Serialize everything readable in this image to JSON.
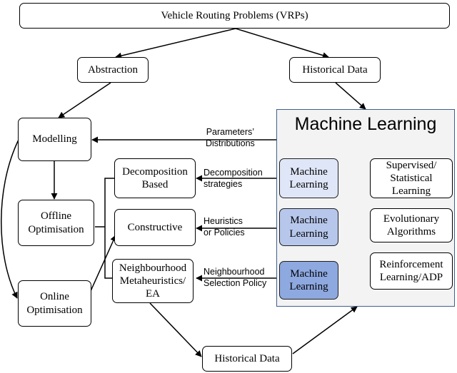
{
  "title": "Vehicle Routing Problems (VRPs)",
  "abstraction": "Abstraction",
  "historical_data_top": "Historical Data",
  "historical_data_bottom": "Historical Data",
  "modelling": "Modelling",
  "offline": [
    "Offline",
    "Optimisation"
  ],
  "online": [
    "Online",
    "Optimisation"
  ],
  "decomposition": [
    "Decomposition",
    "Based"
  ],
  "constructive": "Constructive",
  "neighbourhood": [
    "Neighbourhood",
    "Metaheuristics/",
    "EA"
  ],
  "ml_panel_title": "Machine Learning",
  "ml_node": [
    "Machine",
    "Learning"
  ],
  "supervised": [
    "Supervised/",
    "Statistical",
    "Learning"
  ],
  "evolutionary": [
    "Evolutionary",
    "Algorithms"
  ],
  "reinforcement": [
    "Reinforcement",
    "Learning/ADP"
  ],
  "edge_labels": {
    "parameters": [
      "Parameters’",
      "Distributions"
    ],
    "decomposition": [
      "Decomposition",
      "strategies"
    ],
    "heuristics": [
      "Heuristics",
      "or Policies"
    ],
    "neighbourhood": [
      "Neighbourhood",
      "Selection Policy"
    ]
  },
  "colors": {
    "ml_panel_border": "#3f5f8f",
    "ml_panel_fill": "#f3f3f3",
    "ml_node_light": "#dfe6f7",
    "ml_node_mid": "#b7c7ec",
    "ml_node_dark": "#8ea8e0"
  }
}
